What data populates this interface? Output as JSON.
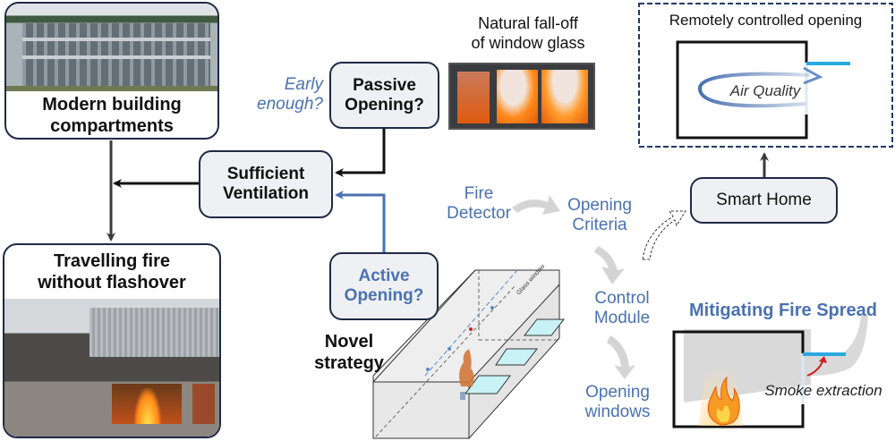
{
  "nodes": {
    "modern_building": "Modern building compartments",
    "modern_building_l1": "Modern building",
    "modern_building_l2": "compartments",
    "travelling_fire_l1": "Travelling fire",
    "travelling_fire_l2": "without flashover",
    "passive_opening_l1": "Passive",
    "passive_opening_l2": "Opening?",
    "sufficient_ventilation_l1": "Sufficient",
    "sufficient_ventilation_l2": "Ventilation",
    "active_opening_l1": "Active",
    "active_opening_l2": "Opening?",
    "smart_home": "Smart Home"
  },
  "labels": {
    "early_enough_l1": "Early",
    "early_enough_l2": "enough?",
    "natural_falloff_l1": "Natural fall-off",
    "natural_falloff_l2": "of window glass",
    "novel_strategy_l1": "Novel",
    "novel_strategy_l2": "strategy",
    "remote_opening_title": "Remotely controlled opening",
    "air_quality": "Air Quality",
    "fire_detector_l1": "Fire",
    "fire_detector_l2": "Detector",
    "opening_criteria_l1": "Opening",
    "opening_criteria_l2": "Criteria",
    "control_module_l1": "Control",
    "control_module_l2": "Module",
    "opening_windows_l1": "Opening",
    "opening_windows_l2": "windows",
    "mitigating_title": "Mitigating Fire Spread",
    "smoke_extraction": "Smoke extraction",
    "glass_window": "Glass window"
  },
  "colors": {
    "accent_blue": "#4a72b0",
    "window_cyan": "#29a9e0",
    "border_dark": "#1f2a44",
    "node_fill": "#eff0f3",
    "flow_arrow_gray": "#d4d4d4",
    "fire_red": "#d22020"
  }
}
